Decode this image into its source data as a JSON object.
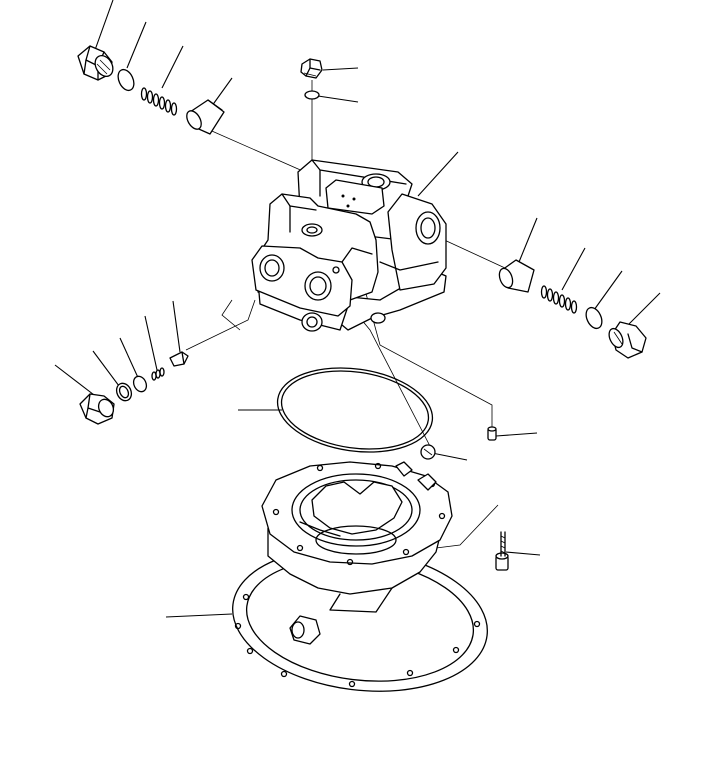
{
  "diagram": {
    "kind": "exploded-parts-view",
    "line_color": "#000000",
    "background": "#ffffff",
    "parts": [
      {
        "name": "relief-plug-left"
      },
      {
        "name": "o-ring-left"
      },
      {
        "name": "spring-left"
      },
      {
        "name": "spool-sleeve-left"
      },
      {
        "name": "top-plug"
      },
      {
        "name": "top-o-ring"
      },
      {
        "name": "valve-body"
      },
      {
        "name": "spool-sleeve-right"
      },
      {
        "name": "spring-right"
      },
      {
        "name": "o-ring-right"
      },
      {
        "name": "relief-plug-right"
      },
      {
        "name": "check-poppet"
      },
      {
        "name": "check-spring"
      },
      {
        "name": "backup-ring"
      },
      {
        "name": "check-o-ring"
      },
      {
        "name": "check-plug"
      },
      {
        "name": "large-o-ring"
      },
      {
        "name": "dowel-pin"
      },
      {
        "name": "steel-ball"
      },
      {
        "name": "cap-screw"
      },
      {
        "name": "motor-housing"
      }
    ]
  }
}
